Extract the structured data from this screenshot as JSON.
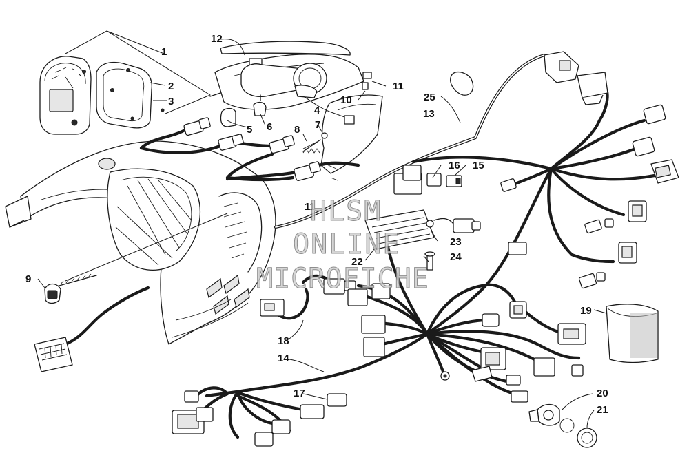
{
  "diagram": {
    "callouts": [
      {
        "id": "c1",
        "label": "1"
      },
      {
        "id": "c2",
        "label": "2"
      },
      {
        "id": "c3",
        "label": "3"
      },
      {
        "id": "c4",
        "label": "4"
      },
      {
        "id": "c5",
        "label": "5"
      },
      {
        "id": "c6",
        "label": "6"
      },
      {
        "id": "c7",
        "label": "7"
      },
      {
        "id": "c8",
        "label": "8"
      },
      {
        "id": "c9",
        "label": "9"
      },
      {
        "id": "c10",
        "label": "10"
      },
      {
        "id": "c11a",
        "label": "11"
      },
      {
        "id": "c11b",
        "label": "11"
      },
      {
        "id": "c12",
        "label": "12"
      },
      {
        "id": "c13",
        "label": "13"
      },
      {
        "id": "c14",
        "label": "14"
      },
      {
        "id": "c15",
        "label": "15"
      },
      {
        "id": "c16",
        "label": "16"
      },
      {
        "id": "c17",
        "label": "17"
      },
      {
        "id": "c18",
        "label": "18"
      },
      {
        "id": "c19",
        "label": "19"
      },
      {
        "id": "c20",
        "label": "20"
      },
      {
        "id": "c21",
        "label": "21"
      },
      {
        "id": "c22",
        "label": "22"
      },
      {
        "id": "c23",
        "label": "23"
      },
      {
        "id": "c24",
        "label": "24"
      },
      {
        "id": "c25",
        "label": "25"
      }
    ]
  },
  "watermark": {
    "line1": "HLSM",
    "line2": "ONLINE",
    "line3": "MICROFICHE"
  }
}
